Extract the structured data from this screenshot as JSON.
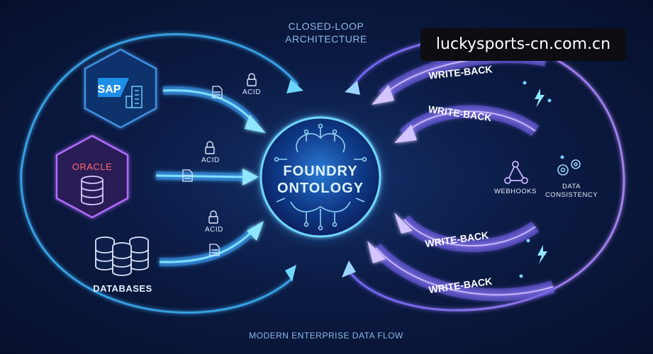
{
  "header": {
    "title_line1": "CLOSED-LOOP",
    "title_line2": "ARCHITECTURE"
  },
  "footer": {
    "caption": "MODERN ENTERPRISE DATA FLOW"
  },
  "watermark": {
    "text": "luckysports-cn.com.cn"
  },
  "center": {
    "line1": "FOUNDRY",
    "line2": "ONTOLOGY"
  },
  "sources": {
    "sap": {
      "label": "SAP"
    },
    "oracle": {
      "label": "ORACLE"
    },
    "databases": {
      "label": "DATABASES"
    }
  },
  "inflows": [
    {
      "label": "ACID"
    },
    {
      "label": "ACID"
    },
    {
      "label": "ACID"
    }
  ],
  "writebacks": [
    {
      "label": "WRITE-BACK"
    },
    {
      "label": "WRITE-BACK"
    },
    {
      "label": "WRITE-BACK"
    },
    {
      "label": "WRITE-BACK"
    }
  ],
  "side": {
    "webhooks": "WEBHOOKS",
    "consistency_line1": "DATA",
    "consistency_line2": "CONSISTENCY"
  },
  "colors": {
    "cyan": "#3fb8ff",
    "violet": "#a06bff",
    "glow": "#5fd0ff"
  },
  "icons": [
    "sap-logo-icon",
    "building-icon",
    "database-icon",
    "lock-icon",
    "document-icon",
    "brain-circuit-icon",
    "webhook-icon",
    "gears-icon",
    "lightning-icon"
  ]
}
